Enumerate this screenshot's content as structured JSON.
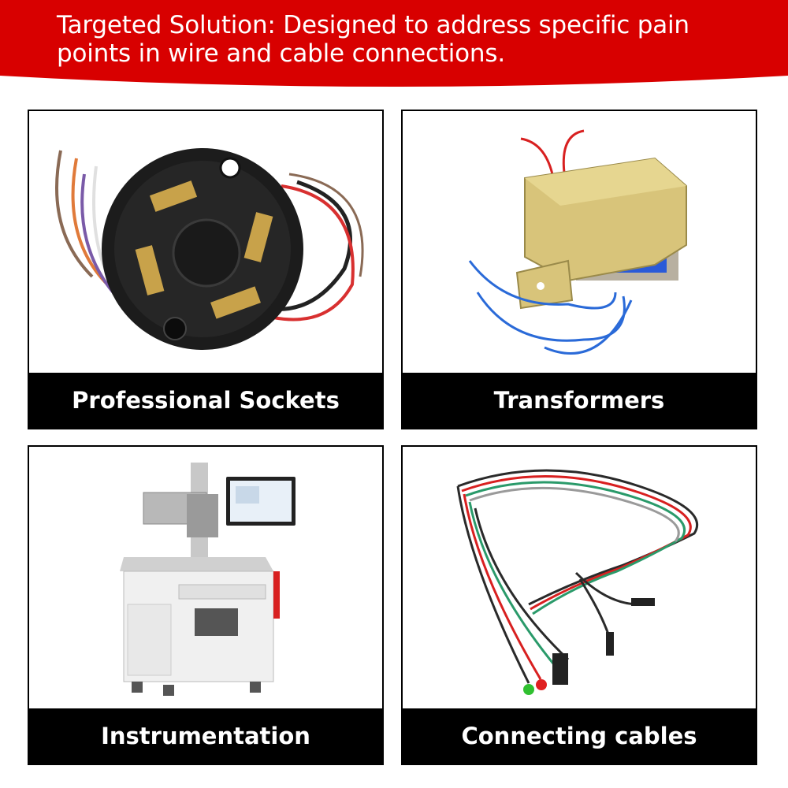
{
  "banner": {
    "text": "Targeted Solution: Designed to address specific pain points in wire and cable connections.",
    "color": "#d80000"
  },
  "cards": [
    {
      "caption": "Professional Sockets",
      "icon": "socket-photo"
    },
    {
      "caption": "Transformers",
      "icon": "transformer-photo"
    },
    {
      "caption": "Instrumentation",
      "icon": "laser-machine-photo"
    },
    {
      "caption": "Connecting cables",
      "icon": "cable-photo"
    }
  ]
}
